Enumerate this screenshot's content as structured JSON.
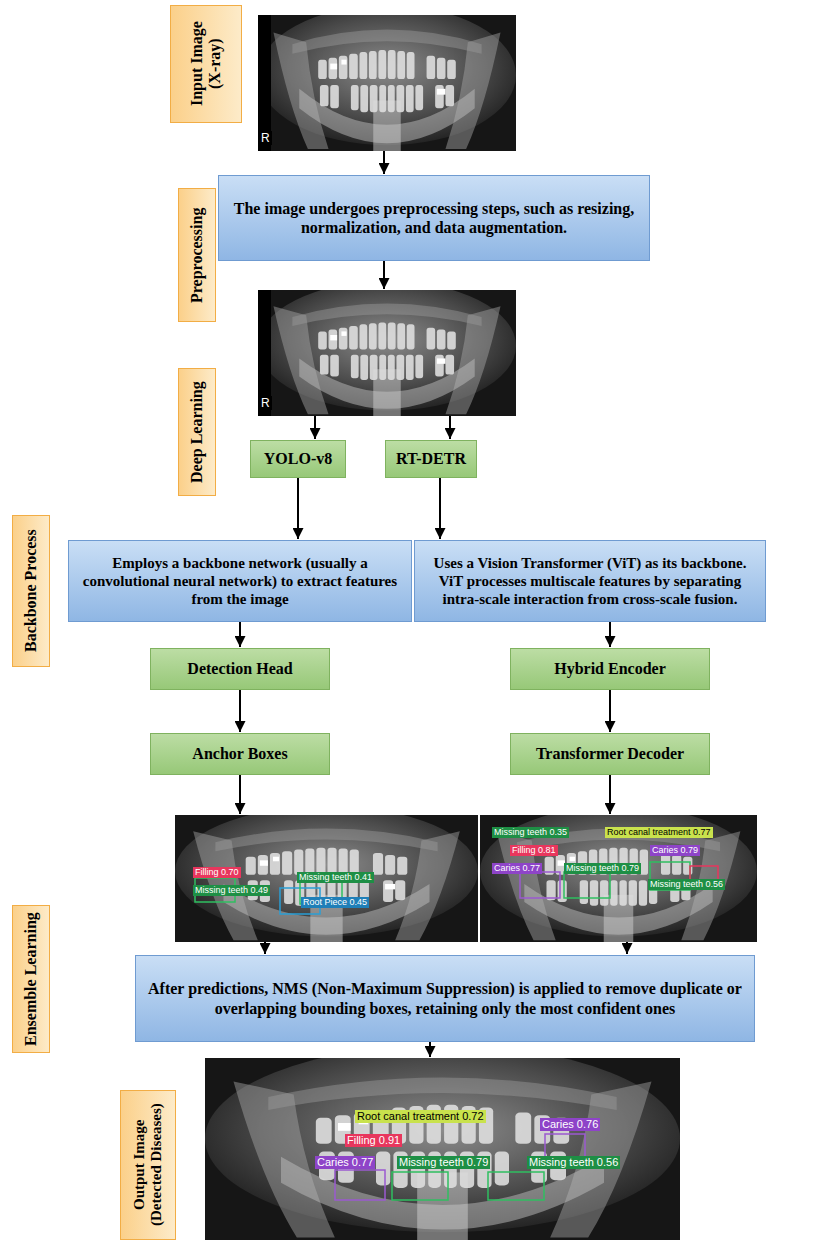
{
  "diagram": {
    "nodes": [
      {
        "text": [
          "Input Image (X-ray)"
        ]
      },
      {
        "text": [
          "R"
        ]
      },
      {
        "text": [
          "Preprocessing"
        ]
      },
      {
        "text": [
          "The image undergoes preprocessing steps, such as resizing, normalization, and data augmentation."
        ]
      },
      {
        "text": [
          "R"
        ]
      },
      {
        "text": [
          "Deep Learning"
        ]
      },
      {
        "text": [
          "YOLO-v8"
        ]
      },
      {
        "text": [
          "RT-DETR"
        ]
      },
      {
        "text": [
          "Backbone Process"
        ]
      },
      {
        "text": [
          "Employs a backbone network (usually a convolutional neural network) to extract features from the image"
        ]
      },
      {
        "text": [
          "Uses a Vision Transformer (ViT) as its backbone. ViT processes multiscale features by separating intra-scale interaction from cross-scale fusion."
        ]
      },
      {
        "text": [
          "Detection Head"
        ]
      },
      {
        "text": [
          "Hybrid Encoder"
        ]
      },
      {
        "text": [
          "Anchor Boxes"
        ]
      },
      {
        "text": [
          "Transformer Decoder"
        ]
      },
      {
        "text": [
          "Filling 0.70",
          "Missing teeth 0.49",
          "Root Piece 0.45",
          "Missing teeth 0.41"
        ]
      },
      {
        "text": [
          "Missing teeth 0.35",
          "Root canal treatment 0.77",
          "Filling 0.81",
          "Caries 0.79",
          "Caries 0.77",
          "Missing teeth 0.79",
          "Missing teeth 0.56"
        ]
      },
      {
        "text": [
          "Ensemble Learning"
        ]
      },
      {
        "text": [
          "After predictions, NMS (Non-Maximum Suppression) is applied to remove duplicate or overlapping bounding boxes, retaining only the most confident ones"
        ]
      },
      {
        "text": [
          "Output Image (Detected Diseases)"
        ]
      },
      {
        "text": [
          "Root canal treatment 0.72",
          "Filling 0.91",
          "Caries 0.77",
          "Missing teeth 0.79",
          "Caries 0.76",
          "Missing teeth 0.56"
        ]
      }
    ],
    "edges": [
      {
        "from": 1,
        "to": 3,
        "arrow": "to"
      },
      {
        "from": 3,
        "to": 4,
        "arrow": "to"
      },
      {
        "from": 4,
        "to": 6,
        "arrow": "to"
      },
      {
        "from": 4,
        "to": 7,
        "arrow": "to"
      },
      {
        "from": 6,
        "to": 9,
        "arrow": "to"
      },
      {
        "from": 7,
        "to": 10,
        "arrow": "to"
      },
      {
        "from": 9,
        "to": 11,
        "arrow": "to"
      },
      {
        "from": 11,
        "to": 13,
        "arrow": "to"
      },
      {
        "from": 13,
        "to": 15,
        "arrow": "to"
      },
      {
        "from": 10,
        "to": 12,
        "arrow": "to"
      },
      {
        "from": 12,
        "to": 14,
        "arrow": "to"
      },
      {
        "from": 14,
        "to": 16,
        "arrow": "to"
      },
      {
        "from": 15,
        "to": 18,
        "arrow": "to"
      },
      {
        "from": 16,
        "to": 18,
        "arrow": "to"
      },
      {
        "from": 18,
        "to": 20,
        "arrow": "to"
      }
    ]
  }
}
